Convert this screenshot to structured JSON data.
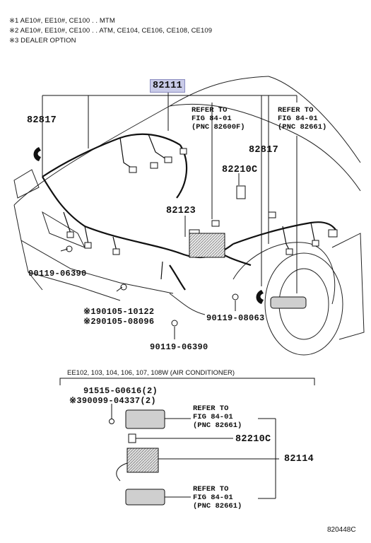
{
  "notes": [
    "※1 AE10#, EE10#, CE100 . . MTM",
    "※2 AE10#, EE10#, CE100 . . ATM, CE104, CE106, CE108, CE109",
    "※3 DEALER OPTION"
  ],
  "parts": {
    "p82111": "82111",
    "p82817_left": "82817",
    "p82817_right": "82817",
    "p82210C_top": "82210C",
    "p82123": "82123",
    "p90119_06390_a": "90119-06390",
    "p90105_10122": "※190105-10122",
    "p90105_08096": "※290105-08096",
    "p90119_08063": "90119-08063",
    "p90119_06390_b": "90119-06390",
    "p91515_G0616": "91515-G0616(2)",
    "p90099_04337": "※390099-04337(2)",
    "p82210C_bottom": "82210C",
    "p82114": "82114"
  },
  "refs": {
    "ref1": [
      "REFER TO",
      "FIG 84-01",
      "(PNC 82600F)"
    ],
    "ref2": [
      "REFER TO",
      "FIG 84-01",
      "(PNC 82661)"
    ],
    "ref3": [
      "REFER TO",
      "FIG 84-01",
      "(PNC 82661)"
    ],
    "ref4": [
      "REFER TO",
      "FIG 84-01",
      "(PNC 82661)"
    ]
  },
  "section_title": "EE102, 103, 104, 106, 107, 108W (AIR CONDITIONER)",
  "figure_code": "820448C",
  "colors": {
    "highlight": "#c9cbe8",
    "line": "#111111"
  }
}
